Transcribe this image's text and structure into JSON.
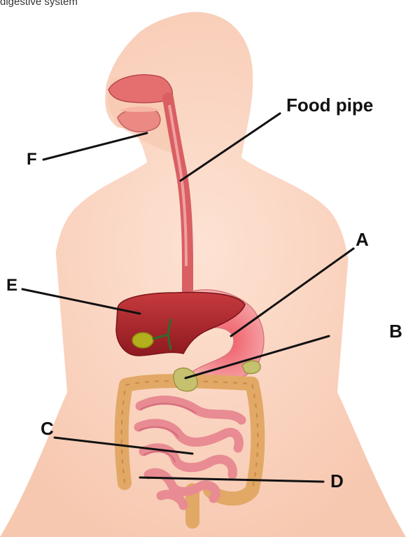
{
  "caption": "digestive system",
  "labels": {
    "food_pipe": "Food pipe",
    "a": "A",
    "b": "B",
    "c": "C",
    "d": "D",
    "e": "E",
    "f": "F"
  },
  "colors": {
    "skin": "#fcd9c6",
    "skin_shade": "#f7c3a9",
    "mouth": "#e56f6f",
    "esophagus": "#d95f63",
    "liver": "#b3282d",
    "gallbladder": "#b3b01e",
    "stomach": "#f4a0a3",
    "pancreas": "#c5c16f",
    "large_intestine": "#e2a866",
    "small_intestine": "#e88b93",
    "pointer": "#111111"
  }
}
